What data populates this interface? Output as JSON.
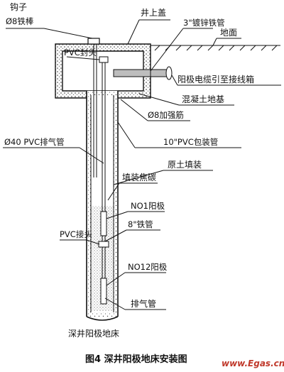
{
  "labels": {
    "hook": "钩子",
    "iron_rod": "Ø8铁棒",
    "well_cover": "井上盖",
    "galv_pipe": "3\"镀锌铁管",
    "ground": "地面",
    "pvc_cap": "PVC封头",
    "anode_cable": "阳极电缆引至接线箱",
    "concrete_base": "混凝土地基",
    "rebar": "Ø8加强筋",
    "pvc_casing": "10\"PVC包装管",
    "pvc_vent": "Ø40 PVC排气管",
    "backfill_native": "原土填装",
    "backfill_coke": "填装焦碳",
    "anode_no1": "NO1阳极",
    "iron_pipe_8": "8\"铁管",
    "pvc_joint": "PVC接头",
    "anode_no12": "NO12阳极",
    "vent_pipe": "排气管",
    "well_bed": "深井阳极地床"
  },
  "caption": "图4  深井阳极地床安装图",
  "watermark": "www.Egas.cn",
  "colors": {
    "line": "#111111",
    "watermark": "#c0392b"
  }
}
